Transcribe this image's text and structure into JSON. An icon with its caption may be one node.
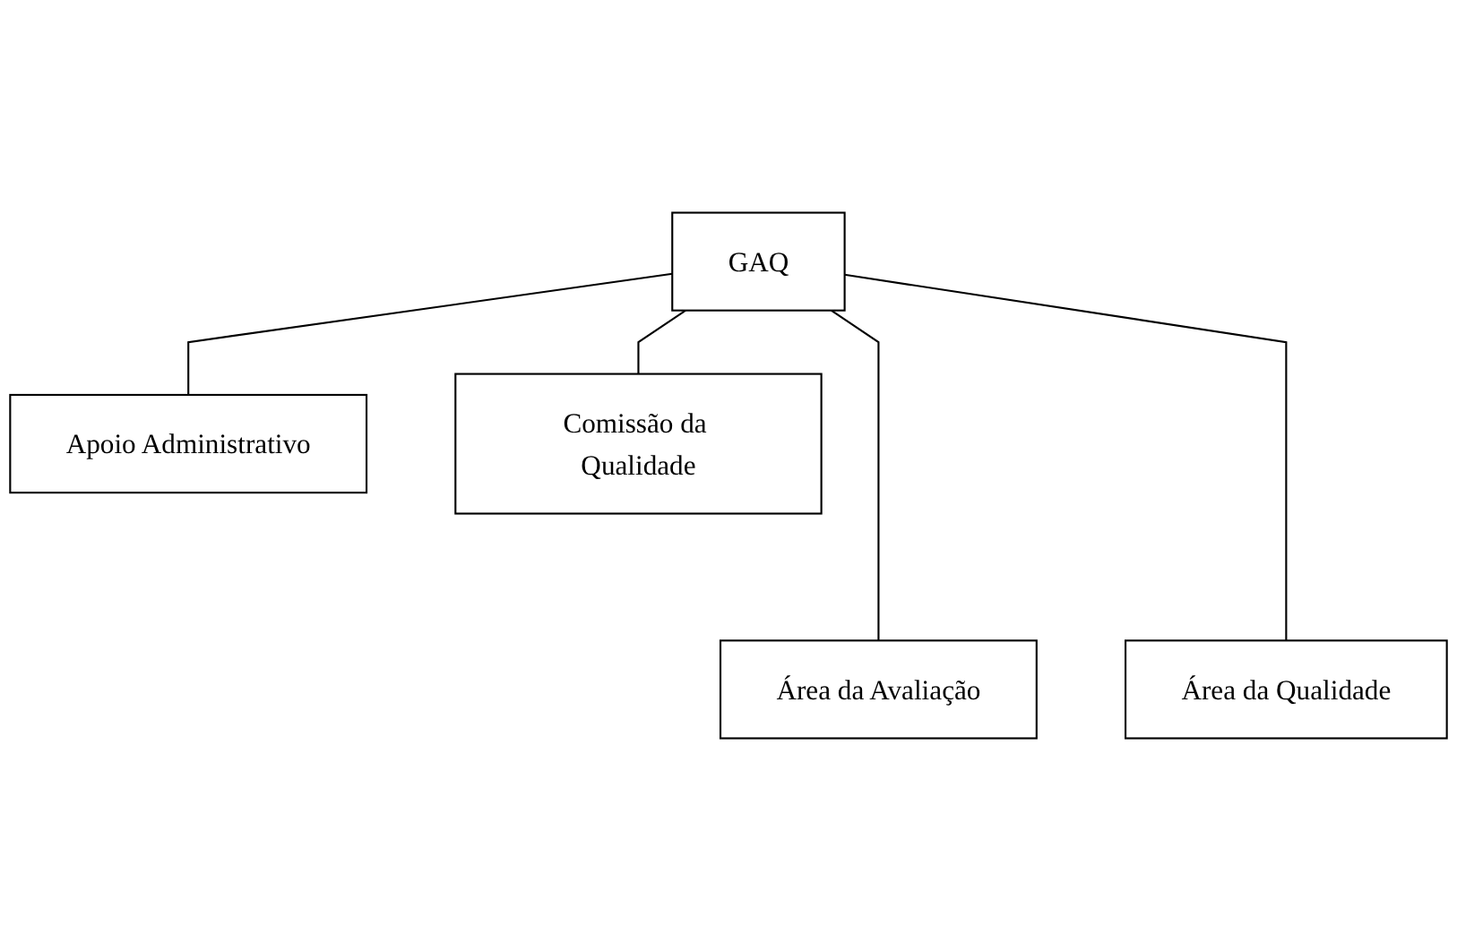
{
  "diagram": {
    "nodes": [
      {
        "text": [
          "GAQ"
        ]
      },
      {
        "text": [
          "Apoio Administrativo"
        ]
      },
      {
        "text": [
          "Comissão da Qualidade"
        ]
      },
      {
        "text": [
          "Área da Avaliação"
        ]
      },
      {
        "text": [
          "Área da Qualidade"
        ]
      }
    ],
    "edges": [
      {
        "from": 0,
        "to": 1,
        "arrow": "none"
      },
      {
        "from": 0,
        "to": 2,
        "arrow": "none"
      },
      {
        "from": 0,
        "to": 3,
        "arrow": "none"
      },
      {
        "from": 0,
        "to": 4,
        "arrow": "none"
      }
    ]
  }
}
